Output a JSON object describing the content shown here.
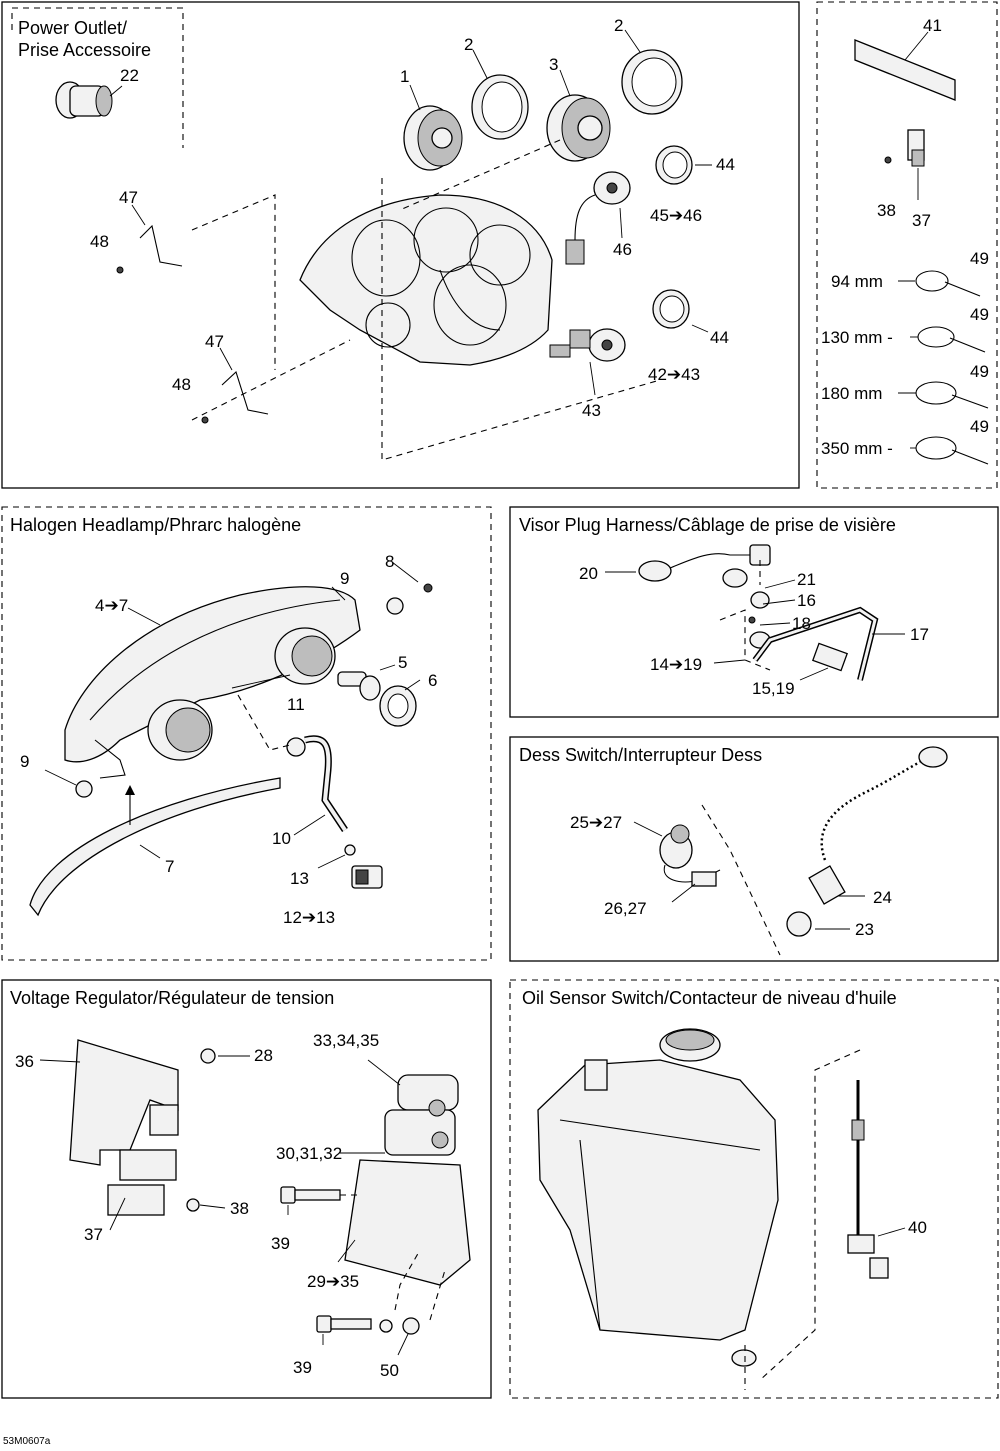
{
  "panels": {
    "power_outlet": "Power Outlet/\nPrise Accessoire",
    "headlamp": "Halogen Headlamp/Phrarc halogène",
    "visor": "Visor Plug Harness/Câblage de prise de visière",
    "dess": "Dess Switch/Interrupteur Dess",
    "regulator": "Voltage Regulator/Régulateur de tension",
    "oil": "Oil Sensor Switch/Contacteur de niveau d'huile"
  },
  "callouts": {
    "c22": "22",
    "c1": "1",
    "c2a": "2",
    "c2b": "2",
    "c3": "3",
    "c44a": "44",
    "c44b": "44",
    "c45_46": "45➔46",
    "c46": "46",
    "c47a": "47",
    "c48a": "48",
    "c47b": "47",
    "c48b": "48",
    "c42_43": "42➔43",
    "c43": "43",
    "c41": "41",
    "c38a": "38",
    "c37a": "37",
    "c49a": "49",
    "c49b": "49",
    "c49c": "49",
    "c49d": "49",
    "m94": "94 mm",
    "m130": "130 mm -",
    "m180": "180 mm",
    "m350": "350 mm -",
    "c8": "8",
    "c9a": "9",
    "c4_7": "4➔7",
    "c5": "5",
    "c6": "6",
    "c11": "11",
    "c9b": "9",
    "c10": "10",
    "c7": "7",
    "c13": "13",
    "c12_13": "12➔13",
    "c20": "20",
    "c21": "21",
    "c16": "16",
    "c18": "18",
    "c17": "17",
    "c14_19": "14➔19",
    "c15_19": "15,19",
    "c25_27": "25➔27",
    "c26_27": "26,27",
    "c24": "24",
    "c23": "23",
    "c36": "36",
    "c28": "28",
    "c33_35": "33,34,35",
    "c30_32": "30,31,32",
    "c39a": "39",
    "c38b": "38",
    "c37b": "37",
    "c29_35": "29➔35",
    "c39b": "39",
    "c50": "50",
    "c40": "40"
  },
  "drawing_code": "53M0607a"
}
